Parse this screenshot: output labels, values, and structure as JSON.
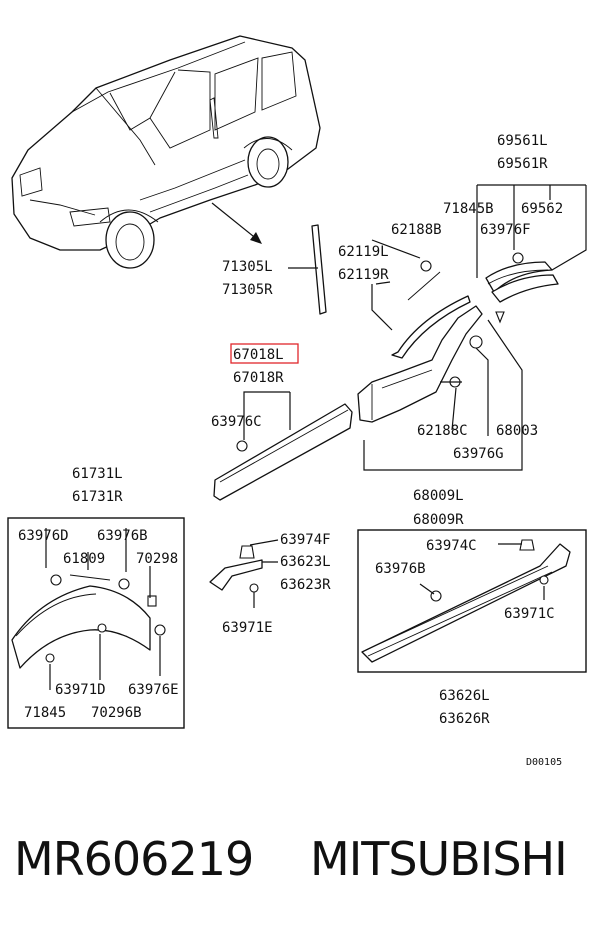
{
  "diagram": {
    "labels": [
      "69561L",
      "69561R",
      "71845B",
      "69562",
      "63976F",
      "62188B",
      "62119L",
      "62119R",
      "71305L",
      "71305R",
      "67018L",
      "67018R",
      "63976C",
      "62188C",
      "68003",
      "63976G",
      "68009L",
      "68009R",
      "61731L",
      "61731R",
      "63976D",
      "63976B",
      "61809",
      "70298",
      "63971D",
      "63976E",
      "71845",
      "70296B",
      "63974F",
      "63623L",
      "63623R",
      "63971E",
      "63974C",
      "63976B",
      "63971C",
      "63626L",
      "63626R",
      "D00105"
    ],
    "highlighted_label": "67018L",
    "highlight_color": "#e0262b"
  },
  "footer": {
    "part_number": "MR606219",
    "brand": "MITSUBISHI"
  }
}
